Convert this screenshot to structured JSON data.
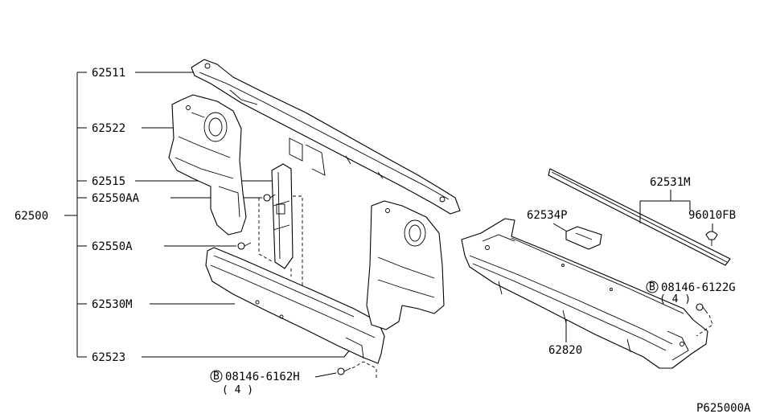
{
  "diagram": {
    "assembly_label": "62500",
    "diagram_code": "P625000A",
    "bracket_labels": [
      "62511",
      "62522",
      "62515",
      "62550AA",
      "62550A",
      "62530M",
      "62523"
    ],
    "bolt_left": {
      "circle": "B",
      "part": "08146-6162H",
      "qty": "( 4 )"
    },
    "bolt_right": {
      "circle": "B",
      "part": "08146-6122G",
      "qty": "( 4 )"
    },
    "right_labels": {
      "seal": "62531M",
      "clip": "96010FB",
      "bracket": "62534P",
      "undercover": "62820"
    }
  }
}
